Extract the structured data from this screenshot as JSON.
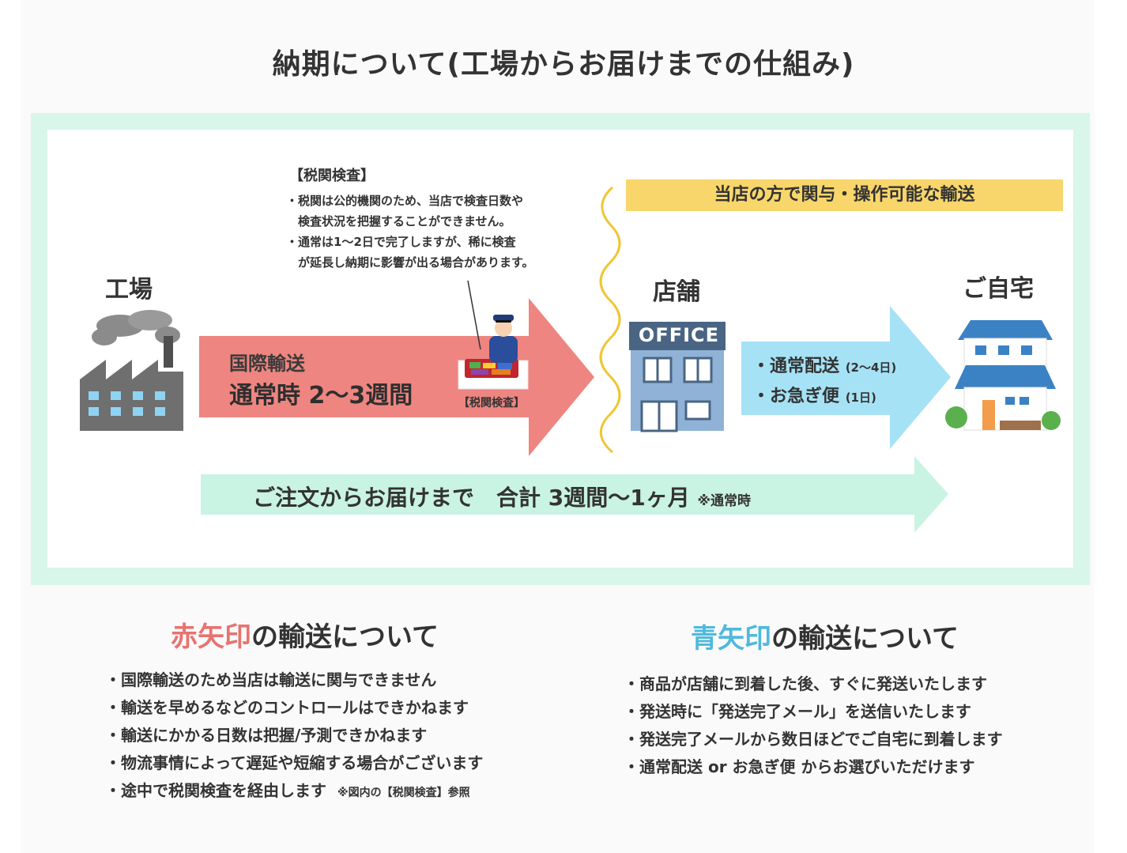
{
  "title": "納期について(工場からお届けまでの仕組み)",
  "diagram": {
    "factory_label": "工場",
    "store_label": "店舗",
    "home_label": "ご自宅",
    "office_sign": "OFFICE",
    "customs_box": {
      "title": "【税関検査】",
      "lines": [
        "・税関は公的機関のため、当店で検査日数や",
        "　検査状況を把握することができません。",
        "・通常は1〜2日で完了しますが、稀に検査",
        "　が延長し納期に影響が出る場合があります。"
      ]
    },
    "store_banner": "当店の方で関与・操作可能な輸送",
    "red_arrow": {
      "line1": "国際輸送",
      "line2": "通常時 2〜3週間",
      "customs_tag": "【税関検査】"
    },
    "blue_arrow": {
      "item1": "・通常配送",
      "item1_note": "(2〜4日)",
      "item2": "・お急ぎ便",
      "item2_note": "(1日)"
    },
    "green_arrow": {
      "text": "ご注文からお届けまで　合計 3週間〜1ヶ月",
      "note": "※通常時"
    }
  },
  "red_section": {
    "heading_colored": "赤矢印",
    "heading_rest": "の輸送について",
    "items": [
      "国際輸送のため当店は輸送に関与できません",
      "輸送を早めるなどのコントロールはできかねます",
      "輸送にかかる日数は把握/予測できかねます",
      "物流事情によって遅延や短縮する場合がございます",
      "途中で税関検査を経由します"
    ],
    "last_note": "※図内の【税関検査】参照"
  },
  "blue_section": {
    "heading_colored": "青矢印",
    "heading_rest": "の輸送について",
    "items": [
      "商品が店舗に到着した後、すぐに発送いたします",
      "発送時に「発送完了メール」を送信いたします",
      "発送完了メールから数日ほどでご自宅に到着します",
      "通常配送 or お急ぎ便 からお選びいただけます"
    ]
  },
  "colors": {
    "red_arrow": "#ee8580",
    "blue_arrow": "#a6e2f5",
    "green_arrow": "#c9f3e3",
    "banner": "#f8d66b",
    "frame": "#d8f6ea"
  }
}
